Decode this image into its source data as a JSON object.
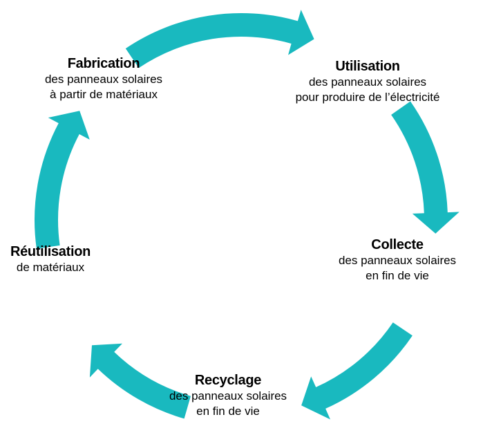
{
  "colors": {
    "arrow": "#19b9bf",
    "text": "#000000",
    "background": "#ffffff"
  },
  "nodes": {
    "fabrication": {
      "title": "Fabrication",
      "lines": [
        "des panneaux solaires",
        "à partir de matériaux"
      ]
    },
    "utilisation": {
      "title": "Utilisation",
      "lines": [
        "des panneaux solaires",
        "pour produire de l’électricité"
      ]
    },
    "collecte": {
      "title": "Collecte",
      "lines": [
        "des panneaux solaires",
        "en fin de vie"
      ]
    },
    "recyclage": {
      "title": "Recyclage",
      "lines": [
        "des panneaux solaires",
        "en fin de vie"
      ]
    },
    "reutilisation": {
      "title": "Réutilisation",
      "lines": [
        "de matériaux"
      ]
    }
  },
  "arrows": [
    {
      "from": "fabrication",
      "to": "utilisation"
    },
    {
      "from": "utilisation",
      "to": "collecte"
    },
    {
      "from": "collecte",
      "to": "recyclage"
    },
    {
      "from": "recyclage",
      "to": "reutilisation"
    },
    {
      "from": "reutilisation",
      "to": "fabrication"
    }
  ]
}
